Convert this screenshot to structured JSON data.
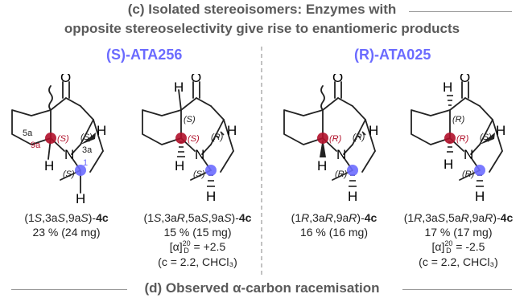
{
  "section_c": {
    "title_line1": "(c) Isolated stereoisomers: Enzymes with",
    "title_line2": "opposite stereoselectivity give rise to enantiomeric products"
  },
  "section_d": {
    "title": "(d) Observed α-carbon racemisation"
  },
  "enzymes": {
    "left": "(S)-ATA256",
    "right": "(R)-ATA025"
  },
  "colors": {
    "red_stereocenter": "#b0102a",
    "blue_stereocenter": "#6b6bff",
    "enzyme_text": "#6b6bff"
  },
  "atoms": {
    "O": "O",
    "N": "N",
    "H": "H"
  },
  "structures": [
    {
      "stereo_center": "(S)",
      "stereo_right": "(S)",
      "stereo_nmethyl": "(S)",
      "pos_5a": "5a",
      "pos_9a": "9a",
      "pos_3a": "3a",
      "pos_1": "1",
      "name_prefix": "(1",
      "name_c1": "S",
      "name_mid1": ",3a",
      "name_c3": "S",
      "name_mid2": ",9a",
      "name_c9": "S",
      "name_suffix": ")-",
      "compound": "4c",
      "yield": "23 % (24 mg)"
    },
    {
      "stereo_top": "(S)",
      "stereo_center": "(S)",
      "stereo_right": "(R)",
      "stereo_nmethyl": "(S)",
      "name_prefix": "(1",
      "name_c1": "S",
      "name_mid1": ",3a",
      "name_c3": "R",
      "name_mid2": ",5a",
      "name_c5": "S",
      "name_mid3": ",9a",
      "name_c9": "S",
      "name_suffix": ")-",
      "compound": "4c",
      "yield": "15 % (15 mg)",
      "rotation_value": "= +2.5",
      "conditions": "(c = 2.2, CHCl₃)"
    },
    {
      "stereo_center": "(R)",
      "stereo_right": "(R)",
      "stereo_nmethyl": "(R)",
      "name_prefix": "(1",
      "name_c1": "R",
      "name_mid1": ",3a",
      "name_c3": "R",
      "name_mid2": ",9a",
      "name_c9": "R",
      "name_suffix": ")-",
      "compound": "4c",
      "yield": "16 % (16 mg)"
    },
    {
      "stereo_top": "(R)",
      "stereo_center": "(R)",
      "stereo_right": "(S)",
      "stereo_nmethyl": "(R)",
      "name_prefix": "(1",
      "name_c1": "R",
      "name_mid1": ",3a",
      "name_c3": "S",
      "name_mid2": ",5a",
      "name_c5": "R",
      "name_mid3": ",9a",
      "name_c9": "R",
      "name_suffix": ")-",
      "compound": "4c",
      "yield": "17 % (17 mg)",
      "rotation_value": "= -2.5",
      "conditions": "(c = 2.2, CHCl₃)"
    }
  ],
  "rotation": {
    "symbol": "[α]",
    "superscript": "20",
    "subscript": "D"
  }
}
